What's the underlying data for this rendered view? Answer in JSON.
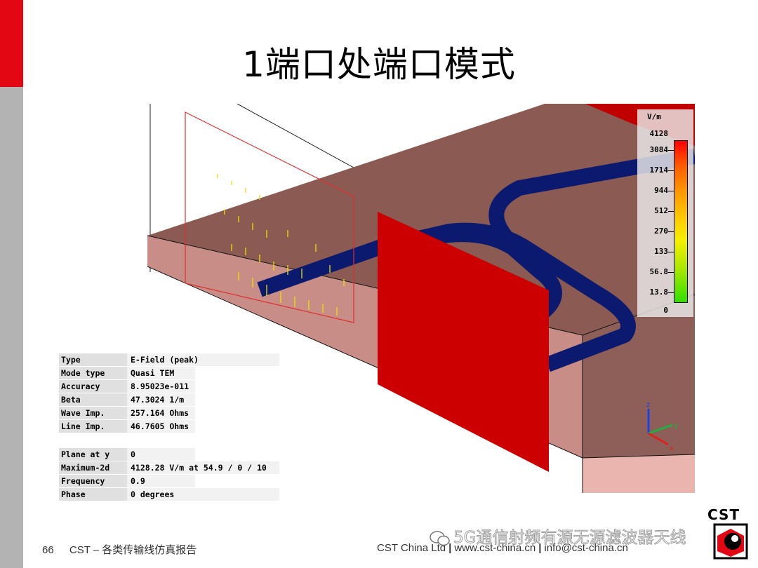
{
  "slide": {
    "title": "1端口处端口模式",
    "page_number": "66",
    "footer_left": "CST – 各类传输线仿真报告",
    "footer_right": {
      "company": "CST China Ltd",
      "website": "www.cst-china.cn",
      "email": "info@cst-china.cn"
    },
    "logo_text": "CST",
    "watermark": "5G通信射频有源无源滤波器天线",
    "colors": {
      "accent_red": "#e30613",
      "side_grey": "#b3b3b3",
      "substrate": "#8b5a52",
      "trace": "#0b1a6e",
      "port": "#cc0000"
    }
  },
  "legend": {
    "unit": "V/m",
    "max_label": "4128",
    "ticks": [
      "3084",
      "1714",
      "944",
      "512",
      "270",
      "133",
      "56.8",
      "13.8",
      "0"
    ]
  },
  "info_table": {
    "group1": [
      {
        "key": "Type",
        "value": "E-Field (peak)"
      },
      {
        "key": "Mode type",
        "value": "Quasi TEM"
      },
      {
        "key": "Accuracy",
        "value": "8.95023e-011"
      },
      {
        "key": "Beta",
        "value": "47.3024 1/m"
      },
      {
        "key": "Wave Imp.",
        "value": "257.164 Ohms"
      },
      {
        "key": "Line Imp.",
        "value": "46.7605 Ohms"
      }
    ],
    "group2": [
      {
        "key": "Plane at y",
        "value": "0"
      },
      {
        "key": "Maximum-2d",
        "value": "4128.28 V/m at 54.9 / 0 / 10"
      },
      {
        "key": "Frequency",
        "value": "0.9"
      },
      {
        "key": "Phase",
        "value": "0 degrees"
      }
    ]
  },
  "axes": {
    "x": "x",
    "y": "y",
    "z": "z"
  }
}
